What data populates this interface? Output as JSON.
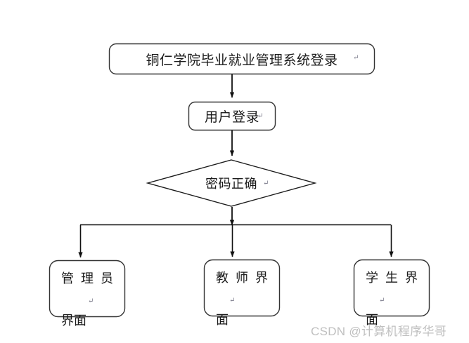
{
  "diagram": {
    "type": "flowchart",
    "title_node": {
      "id": "system-login-title",
      "shape": "rounded-rectangle",
      "text": "铜仁学院毕业就业管理系统登录",
      "cr_mark": "↵"
    },
    "login_node": {
      "id": "user-login",
      "shape": "rounded-rectangle",
      "text": "用户登录",
      "cr_mark": "↵"
    },
    "decision_node": {
      "id": "password-correct",
      "shape": "diamond",
      "text": "密码正确",
      "cr_mark": "↵"
    },
    "leaf_nodes": [
      {
        "id": "admin-interface",
        "shape": "rounded-rectangle",
        "line1": "管理员",
        "line2": "界面",
        "text": "管理员界面",
        "cr_mark": "↵"
      },
      {
        "id": "teacher-interface",
        "shape": "rounded-rectangle",
        "line1": "教师界",
        "line2": "面",
        "text": "教师界面",
        "cr_mark": "↵"
      },
      {
        "id": "student-interface",
        "shape": "rounded-rectangle",
        "line1": "学生界",
        "line2": "面",
        "text": "学生界面",
        "cr_mark": "↵"
      }
    ],
    "colors": {
      "stroke": "#1a1a1a",
      "fill": "#ffffff",
      "text": "#1a1a1a",
      "watermark": "#bfbfbf",
      "background": "#ffffff"
    }
  },
  "watermark": {
    "text": "CSDN @计算机程序华哥"
  }
}
